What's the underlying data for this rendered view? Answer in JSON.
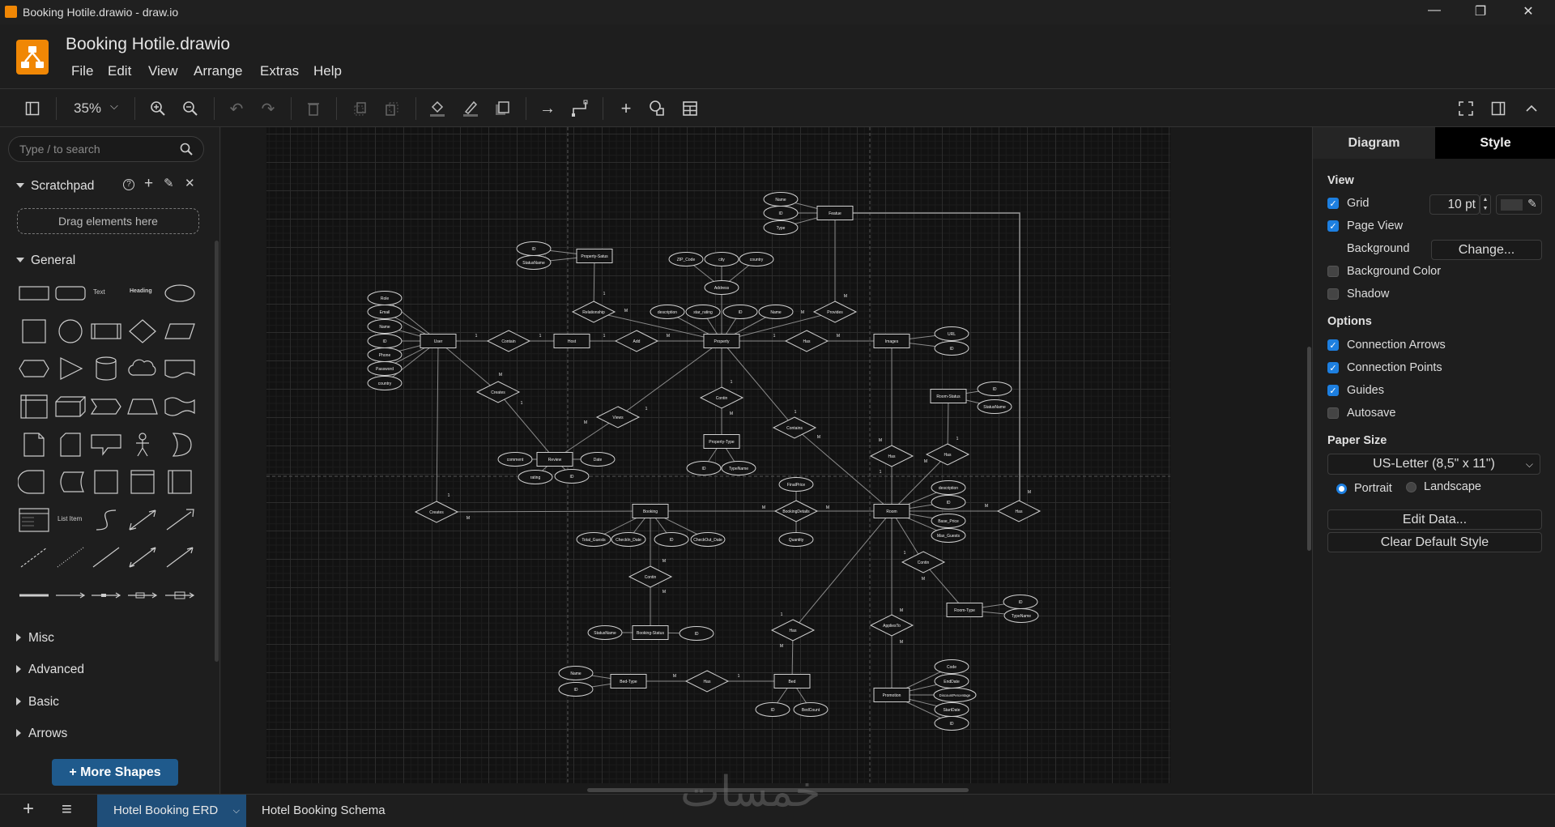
{
  "window": {
    "title": "Booking Hotile.drawio - draw.io",
    "minimize": "—",
    "maximize": "❐",
    "close": "✕"
  },
  "header": {
    "doc_title": "Booking Hotile.drawio",
    "menu": [
      "File",
      "Edit",
      "View",
      "Arrange",
      "Extras",
      "Help"
    ]
  },
  "toolbar": {
    "zoom": "35%"
  },
  "sidebar": {
    "search_placeholder": "Type / to search",
    "scratchpad": "Scratchpad",
    "drag_hint": "Drag elements here",
    "general": "General",
    "palette_text": {
      "text": "Text",
      "heading": "Heading",
      "list_item": "List Item"
    },
    "sections": [
      "Misc",
      "Advanced",
      "Basic",
      "Arrows"
    ],
    "more_shapes": "+ More Shapes"
  },
  "panel": {
    "tabs": [
      "Diagram",
      "Style"
    ],
    "view": "View",
    "grid": "Grid",
    "grid_size": "10 pt",
    "grid_color": "#3a3a3a",
    "page_view": "Page View",
    "background": "Background",
    "change": "Change...",
    "background_color": "Background Color",
    "shadow": "Shadow",
    "options": "Options",
    "connection_arrows": "Connection Arrows",
    "connection_points": "Connection Points",
    "guides": "Guides",
    "autosave": "Autosave",
    "checks": {
      "grid": true,
      "page_view": true,
      "background_color": false,
      "shadow": false,
      "connection_arrows": true,
      "connection_points": true,
      "guides": true,
      "autosave": false
    },
    "paper_size": "Paper Size",
    "paper": "US-Letter (8,5\" x 11\")",
    "portrait": "Portrait",
    "landscape": "Landscape",
    "orientation": "portrait",
    "edit_data": "Edit Data...",
    "clear_style": "Clear Default Style"
  },
  "pages": {
    "add": "+",
    "menu": "≡",
    "tabs": [
      "Hotel Booking ERD",
      "Hotel Booking Schema"
    ],
    "active": 0
  },
  "watermark": "خمسات",
  "colors": {
    "accent": "#1d7fe0",
    "logo": "#f08705",
    "active_tab": "#1f4e79"
  },
  "diagram": {
    "labels": {
      "user": "User",
      "u_role": "Role",
      "u_email": "Email",
      "u_name": "Name",
      "u_id": "ID",
      "u_phone": "Phone",
      "u_pass": "Password",
      "u_country": "country",
      "contain": "Contain",
      "host": "Host",
      "add": "Add",
      "property": "Property",
      "pstatus": "Property-Satus",
      "ps_id": "ID",
      "ps_name": "StatusName",
      "relationship": "Relationship",
      "p_desc": "description",
      "p_star": "star_rating",
      "p_id": "ID",
      "p_name": "Name",
      "address": "Address",
      "zip": "ZIP_Code",
      "city": "city",
      "country": "country",
      "creates1": "Creates",
      "review": "Review",
      "r_comment": "comment",
      "r_date": "Date",
      "r_rating": "rating",
      "r_id": "ID",
      "views": "Views",
      "contin1": "Contin",
      "ptype": "Property-Type",
      "pt_id": "ID",
      "pt_name": "TypeName",
      "contains": "Contains",
      "feature": "Featue",
      "f_name": "Name",
      "f_id": "ID",
      "f_type": "Type",
      "provides": "Provides",
      "has1": "Has",
      "images": "Images",
      "img_url": "URL",
      "img_id": "ID",
      "rstatus": "Room-Status",
      "rs_id": "ID",
      "rs_name": "StatusName",
      "has2": "Has",
      "has3": "Has",
      "creates2": "Creates",
      "booking": "Booking",
      "b_total": "Total_Guests",
      "b_in": "CheckIn_Date",
      "b_id": "ID",
      "b_out": "CheckOut_Date",
      "bdetails": "BookingDetails",
      "bd_price": "FinalPrice",
      "bd_qty": "Quantity",
      "room": "Room",
      "rm_desc": "description",
      "rm_id": "ID",
      "rm_price": "Base_Price",
      "rm_guests": "Max_Guests",
      "has4": "Has",
      "contin3": "Contin",
      "rtype": "Room-Type",
      "rt_id": "ID",
      "rt_name": "TypeName",
      "applies": "AppliesTo",
      "has5": "Has",
      "contin2": "Contin",
      "bstatus": "Booking-Status",
      "bs_name": "StatusName",
      "bs_id": "ID",
      "bedtype": "Bed-Type",
      "bt_name": "Name",
      "bt_id": "ID",
      "has6": "Has",
      "bed": "Bed",
      "bed_id": "ID",
      "bed_count": "BedCount",
      "promotion": "Promotion",
      "pr_code": "Code",
      "pr_end": "EndDate",
      "pr_disc": "DiscountPercentage",
      "pr_start": "StartDate",
      "pr_id": "ID"
    },
    "edges": [
      [
        "user",
        "u_role"
      ],
      [
        "user",
        "u_email"
      ],
      [
        "user",
        "u_name"
      ],
      [
        "user",
        "u_id"
      ],
      [
        "user",
        "u_phone"
      ],
      [
        "user",
        "u_pass"
      ],
      [
        "user",
        "u_country"
      ],
      [
        "user",
        "contain"
      ],
      [
        "contain",
        "host"
      ],
      [
        "host",
        "add"
      ],
      [
        "add",
        "property"
      ],
      [
        "user",
        "creates1"
      ],
      [
        "creates1",
        "review"
      ],
      [
        "review",
        "r_comment"
      ],
      [
        "review",
        "r_date"
      ],
      [
        "review",
        "r_rating"
      ],
      [
        "review",
        "r_id"
      ],
      [
        "review",
        "views"
      ],
      [
        "views",
        "property"
      ],
      [
        "property",
        "relationship"
      ],
      [
        "relationship",
        "pstatus"
      ],
      [
        "pstatus",
        "ps_id"
      ],
      [
        "pstatus",
        "ps_name"
      ],
      [
        "property",
        "p_desc"
      ],
      [
        "property",
        "p_star"
      ],
      [
        "property",
        "p_id"
      ],
      [
        "property",
        "p_name"
      ],
      [
        "property",
        "address"
      ],
      [
        "address",
        "zip"
      ],
      [
        "address",
        "city"
      ],
      [
        "address",
        "country"
      ],
      [
        "property",
        "provides"
      ],
      [
        "provides",
        "feature"
      ],
      [
        "feature",
        "f_name"
      ],
      [
        "feature",
        "f_id"
      ],
      [
        "feature",
        "f_type"
      ],
      [
        "property",
        "has1"
      ],
      [
        "has1",
        "images"
      ],
      [
        "images",
        "img_url"
      ],
      [
        "images",
        "img_id"
      ],
      [
        "property",
        "contin1"
      ],
      [
        "contin1",
        "ptype"
      ],
      [
        "ptype",
        "pt_id"
      ],
      [
        "ptype",
        "pt_name"
      ],
      [
        "property",
        "contains"
      ],
      [
        "contains",
        "room"
      ],
      [
        "images",
        "has2"
      ],
      [
        "has2",
        "room"
      ],
      [
        "rstatus",
        "rs_id"
      ],
      [
        "rstatus",
        "rs_name"
      ],
      [
        "rstatus",
        "has3"
      ],
      [
        "has3",
        "room"
      ],
      [
        "user",
        "creates2"
      ],
      [
        "creates2",
        "booking"
      ],
      [
        "booking",
        "bdetails"
      ],
      [
        "bdetails",
        "room"
      ],
      [
        "bdetails",
        "bd_price"
      ],
      [
        "bdetails",
        "bd_qty"
      ],
      [
        "booking",
        "b_total"
      ],
      [
        "booking",
        "b_in"
      ],
      [
        "booking",
        "b_id"
      ],
      [
        "booking",
        "b_out"
      ],
      [
        "booking",
        "contin2"
      ],
      [
        "contin2",
        "bstatus"
      ],
      [
        "bstatus",
        "bs_name"
      ],
      [
        "bstatus",
        "bs_id"
      ],
      [
        "room",
        "rm_desc"
      ],
      [
        "room",
        "rm_id"
      ],
      [
        "room",
        "rm_price"
      ],
      [
        "room",
        "rm_guests"
      ],
      [
        "room",
        "has4"
      ],
      [
        "room",
        "contin3"
      ],
      [
        "contin3",
        "rtype"
      ],
      [
        "rtype",
        "rt_id"
      ],
      [
        "rtype",
        "rt_name"
      ],
      [
        "room",
        "applies"
      ],
      [
        "applies",
        "promotion"
      ],
      [
        "promotion",
        "pr_code"
      ],
      [
        "promotion",
        "pr_end"
      ],
      [
        "promotion",
        "pr_disc"
      ],
      [
        "promotion",
        "pr_start"
      ],
      [
        "promotion",
        "pr_id"
      ],
      [
        "room",
        "has5"
      ],
      [
        "has5",
        "bed"
      ],
      [
        "bed",
        "bed_id"
      ],
      [
        "bed",
        "bed_count"
      ],
      [
        "bed",
        "has6"
      ],
      [
        "has6",
        "bedtype"
      ],
      [
        "bedtype",
        "bt_name"
      ],
      [
        "bedtype",
        "bt_id"
      ],
      [
        "feature",
        "has4"
      ]
    ],
    "cardinalities": [
      "1",
      "1",
      "1",
      "M",
      "1",
      "M",
      "M",
      "1",
      "M",
      "1",
      "1",
      "M",
      "1",
      "M",
      "1",
      "1",
      "M",
      "M",
      "M",
      "M",
      "1",
      "M",
      "1",
      "M",
      "M",
      "M",
      "M",
      "M",
      "M",
      "1",
      "M",
      "M",
      "M",
      "1",
      "M",
      "M",
      "1",
      "M"
    ]
  }
}
